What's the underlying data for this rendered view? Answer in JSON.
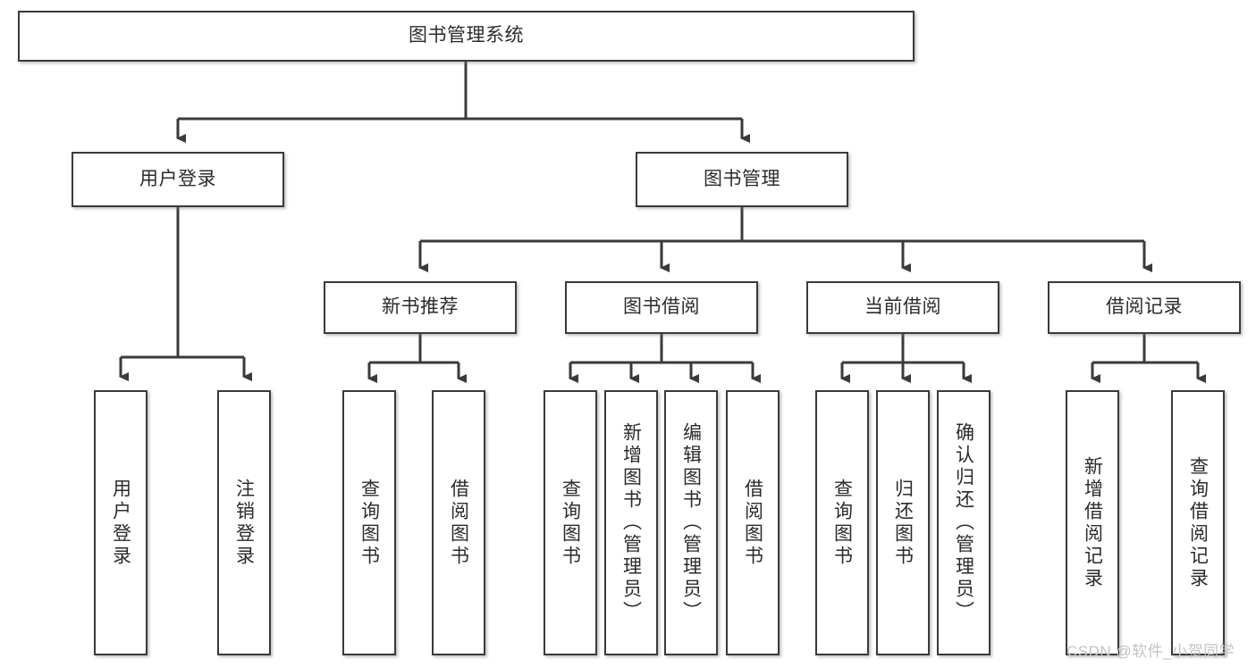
{
  "diagram": {
    "title": "图书管理系统",
    "type": "hierarchy-tree",
    "watermark": "CSDN @软件_小贺同学",
    "colors": {
      "box_border": "#3a3a3a",
      "box_fill": "#ffffff",
      "connector": "#3a3a3a",
      "text": "#2b2b2b",
      "watermark": "#c3c3c3"
    },
    "levels": {
      "level1": [
        {
          "id": "root",
          "label": "图书管理系统",
          "orientation": "horizontal"
        }
      ],
      "level2": [
        {
          "id": "user-login",
          "label": "用户登录",
          "orientation": "horizontal"
        },
        {
          "id": "book-manage",
          "label": "图书管理",
          "orientation": "horizontal"
        }
      ],
      "level3": [
        {
          "id": "new-book-recommend",
          "label": "新书推荐",
          "orientation": "horizontal"
        },
        {
          "id": "book-borrow",
          "label": "图书借阅",
          "orientation": "horizontal"
        },
        {
          "id": "current-borrow",
          "label": "当前借阅",
          "orientation": "horizontal"
        },
        {
          "id": "borrow-record",
          "label": "借阅记录",
          "orientation": "horizontal"
        }
      ],
      "leaves": [
        {
          "id": "leaf-user-login",
          "label": "用户登录",
          "parent": "user-login",
          "orientation": "vertical"
        },
        {
          "id": "leaf-logout-login",
          "label": "注销登录",
          "parent": "user-login",
          "orientation": "vertical"
        },
        {
          "id": "leaf-query-book-1",
          "label": "查询图书",
          "parent": "new-book-recommend",
          "orientation": "vertical"
        },
        {
          "id": "leaf-borrow-book-1",
          "label": "借阅图书",
          "parent": "new-book-recommend",
          "orientation": "vertical"
        },
        {
          "id": "leaf-query-book-2",
          "label": "查询图书",
          "parent": "book-borrow",
          "orientation": "vertical"
        },
        {
          "id": "leaf-add-book",
          "label": "新增图书（管理员）",
          "parent": "book-borrow",
          "orientation": "vertical"
        },
        {
          "id": "leaf-edit-book",
          "label": "编辑图书（管理员）",
          "parent": "book-borrow",
          "orientation": "vertical"
        },
        {
          "id": "leaf-borrow-book-2",
          "label": "借阅图书",
          "parent": "book-borrow",
          "orientation": "vertical"
        },
        {
          "id": "leaf-query-book-3",
          "label": "查询图书",
          "parent": "current-borrow",
          "orientation": "vertical"
        },
        {
          "id": "leaf-return-book",
          "label": "归还图书",
          "parent": "current-borrow",
          "orientation": "vertical"
        },
        {
          "id": "leaf-confirm-return",
          "label": "确认归还（管理员）",
          "parent": "current-borrow",
          "orientation": "vertical"
        },
        {
          "id": "leaf-add-record",
          "label": "新增借阅记录",
          "parent": "borrow-record",
          "orientation": "vertical"
        },
        {
          "id": "leaf-query-record",
          "label": "查询借阅记录",
          "parent": "borrow-record",
          "orientation": "vertical"
        }
      ]
    }
  }
}
